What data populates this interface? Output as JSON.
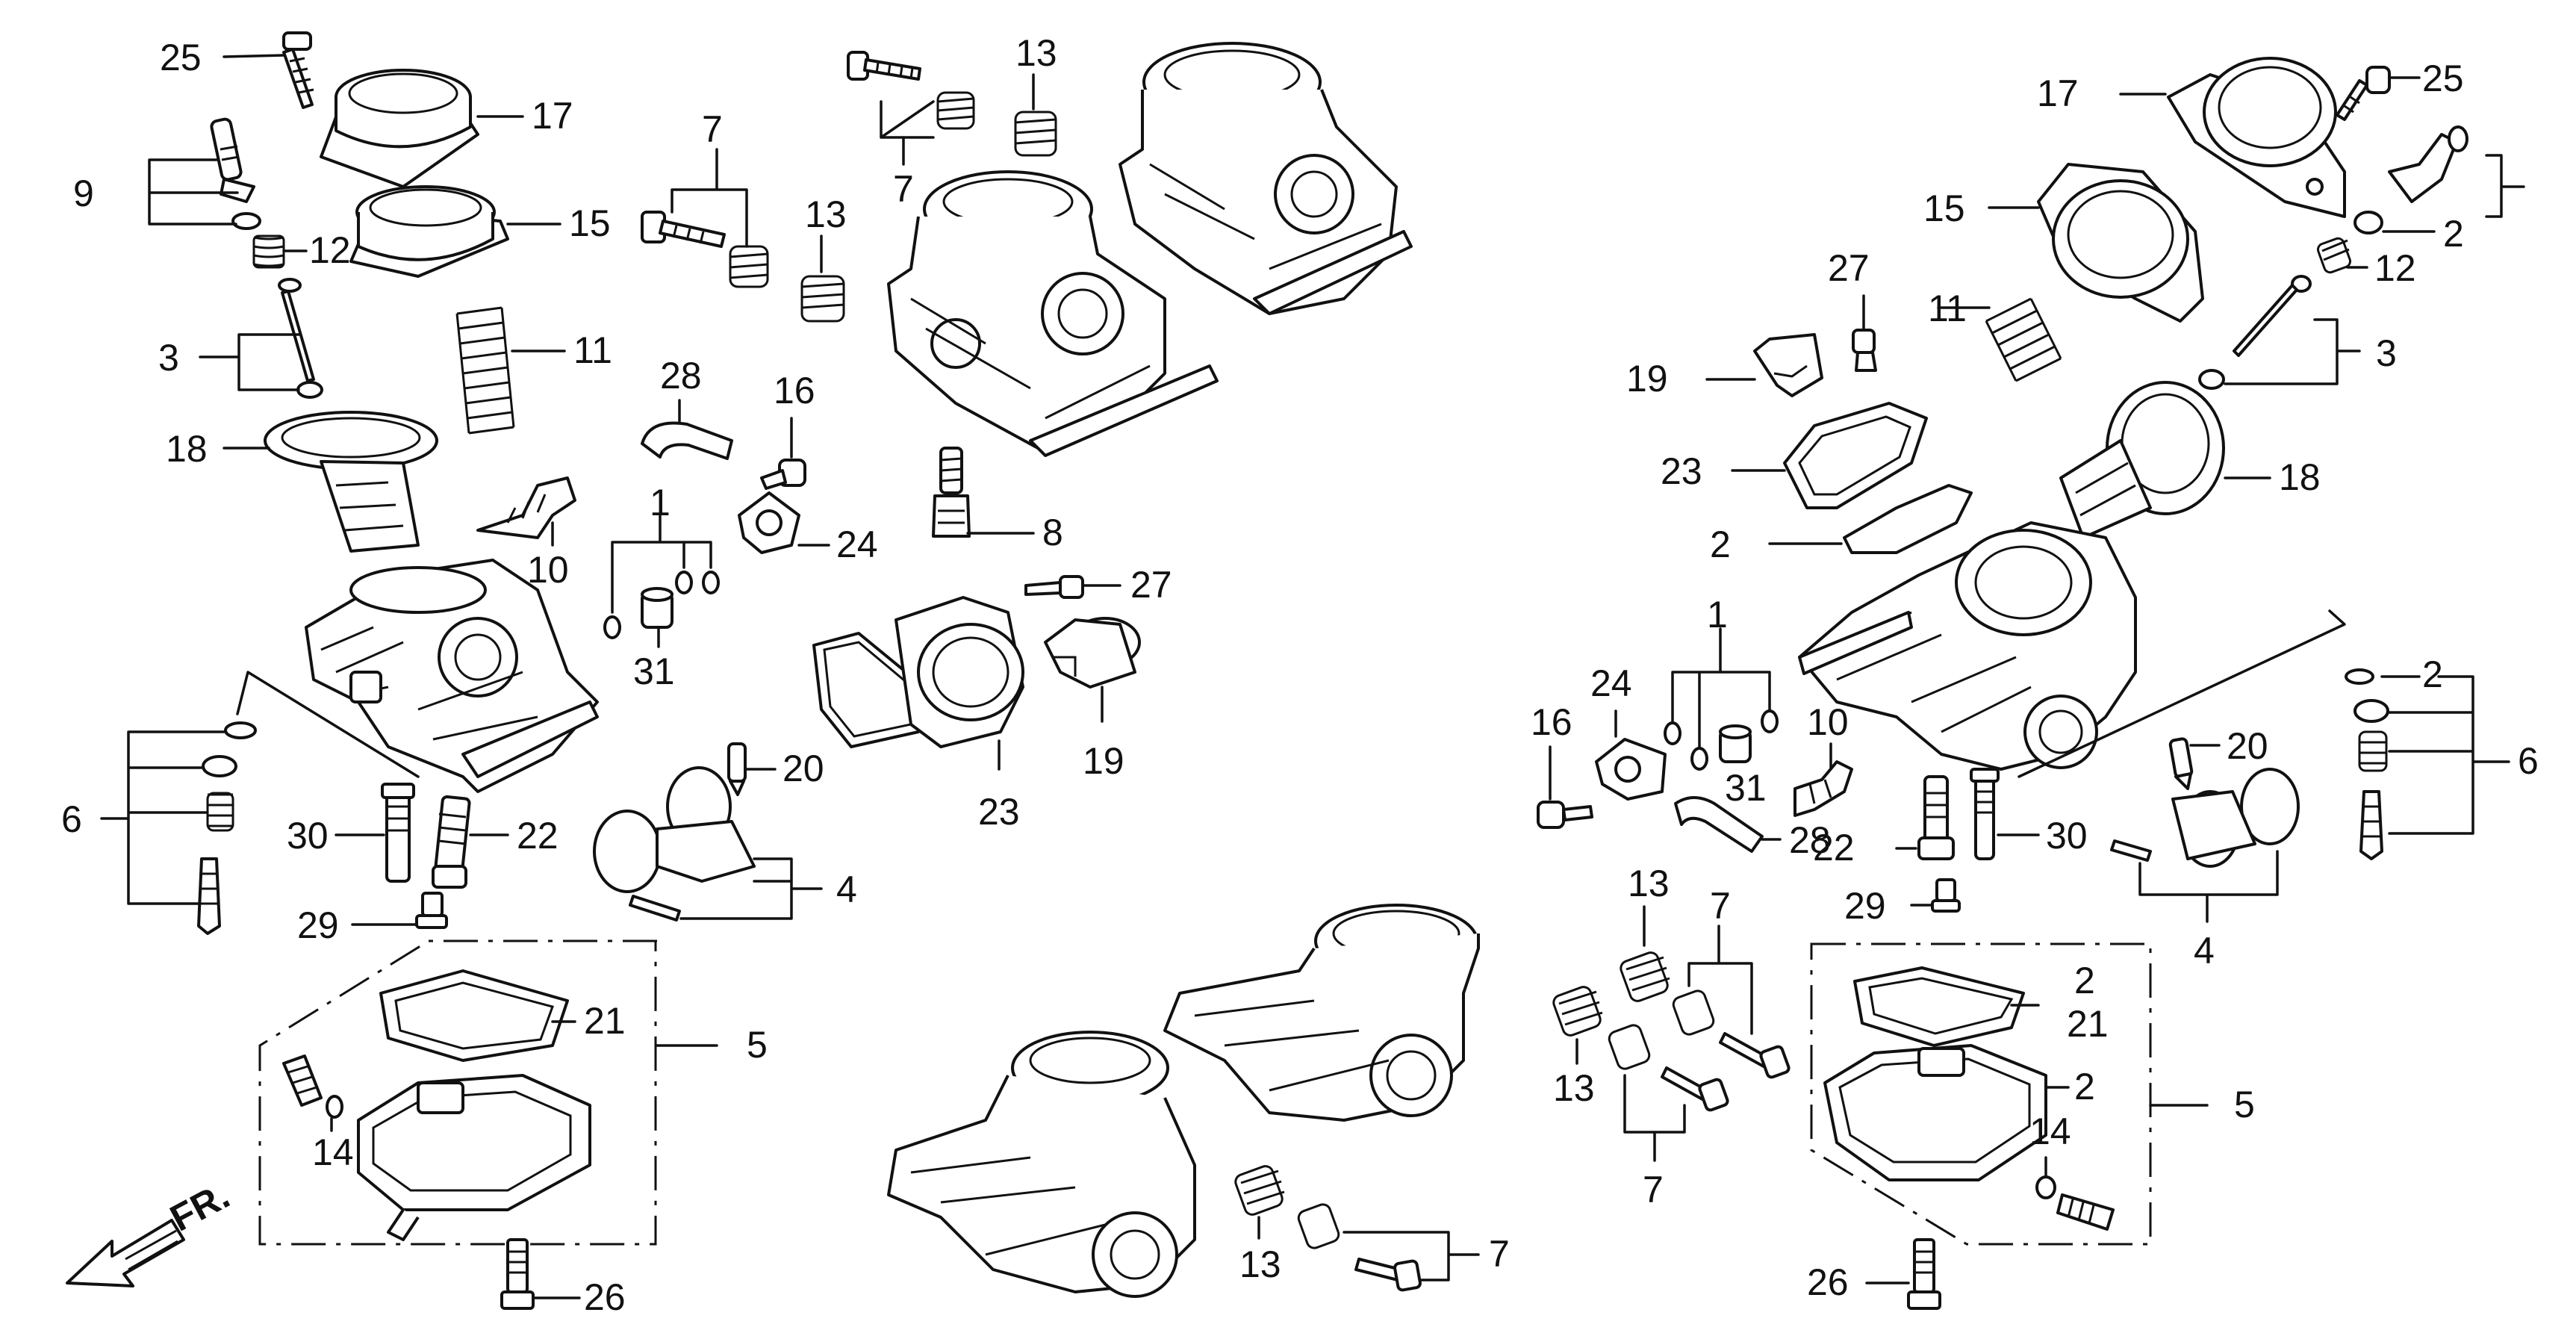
{
  "callouts": {
    "left_25": "25",
    "left_17": "17",
    "left_9": "9",
    "left_12": "12",
    "left_15": "15",
    "left_3": "3",
    "left_11": "11",
    "left_18": "18",
    "left_10": "10",
    "left_6": "6",
    "left_30": "30",
    "left_22": "22",
    "left_29": "29",
    "left_21": "21",
    "left_5": "5",
    "left_14": "14",
    "left_26": "26",
    "mid_7a": "7",
    "mid_13a": "13",
    "mid_7b": "7",
    "mid_13b": "13",
    "mid_28": "28",
    "mid_16": "16",
    "mid_1": "1",
    "mid_24": "24",
    "mid_31": "31",
    "mid_8": "8",
    "mid_27": "27",
    "mid_20": "20",
    "mid_19": "19",
    "mid_23": "23",
    "mid_4": "4",
    "bot_13a": "13",
    "bot_7a": "7",
    "bot_13b": "13",
    "bot_7b": "7",
    "bot_13c": "13",
    "bot_7c": "7",
    "right_17": "17",
    "right_25": "25",
    "right_15": "15",
    "right_2a": "2",
    "right_12": "12",
    "right_27": "27",
    "right_11": "11",
    "right_3": "3",
    "right_19": "19",
    "right_23": "23",
    "right_18": "18",
    "right_2b": "2",
    "right_1": "1",
    "right_2c": "2",
    "right_24": "24",
    "right_10": "10",
    "right_20": "20",
    "right_6": "6",
    "right_16": "16",
    "right_31": "31",
    "right_22": "22",
    "right_30": "30",
    "right_28": "28",
    "right_29": "29",
    "right_4": "4",
    "right_2d": "2",
    "right_21": "21",
    "right_2e": "2",
    "right_5": "5",
    "right_14": "14",
    "right_26": "26"
  },
  "direction_label": "FR."
}
